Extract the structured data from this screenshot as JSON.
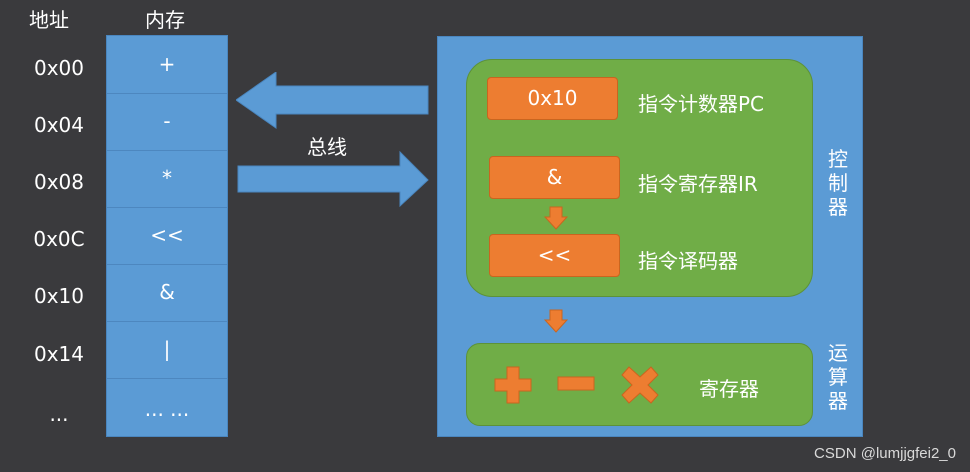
{
  "headers": {
    "address": "地址",
    "memory": "内存"
  },
  "addresses": [
    "0x00",
    "0x04",
    "0x08",
    "0x0C",
    "0x10",
    "0x14",
    "..."
  ],
  "memory_cells": [
    "+",
    "-",
    "*",
    "<<",
    "&",
    "|",
    "... ..."
  ],
  "bus_label": "总线",
  "controller": {
    "label": [
      "控",
      "制",
      "器"
    ],
    "pc": {
      "value": "0x10",
      "label": "指令计数器PC"
    },
    "ir": {
      "value": "&",
      "label": "指令寄存器IR"
    },
    "decoder": {
      "value": "<<",
      "label": "指令译码器"
    }
  },
  "alu": {
    "label": [
      "运",
      "算",
      "器"
    ],
    "register_label": "寄存器",
    "icons": [
      "plus-icon",
      "minus-icon",
      "times-icon"
    ]
  },
  "colors": {
    "background": "#3a3a3d",
    "blue": "#5b9bd5",
    "green": "#70ad47",
    "orange": "#ed7d31"
  },
  "watermark": "CSDN @lumjjgfei2_0"
}
